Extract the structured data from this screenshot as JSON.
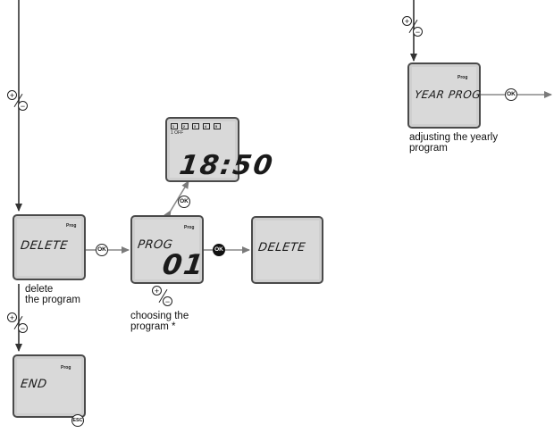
{
  "screens": {
    "delete1": {
      "text": "DELETE",
      "tag": "Prog"
    },
    "prog": {
      "text": "PROG",
      "number": "01",
      "tag": "Prog"
    },
    "delete2": {
      "text": "DELETE"
    },
    "end": {
      "text": "END",
      "tag": "Prog"
    },
    "time": {
      "time": "18:50",
      "segments": [
        "1",
        "2",
        "3",
        "4",
        "5"
      ],
      "off": "1 OFF"
    },
    "year": {
      "text": "YEAR PROG",
      "tag": "Prog"
    }
  },
  "buttons": {
    "ok": "OK",
    "esc": "ESC",
    "plus": "+",
    "minus": "−"
  },
  "captions": {
    "delete": "delete\nthe program",
    "choosing": "choosing the\nprogram *",
    "yearly": "adjusting the yearly\nprogram"
  },
  "colors": {
    "arrow": "#8a8a8a",
    "line": "#444444",
    "screen": "#d9d9d9"
  }
}
